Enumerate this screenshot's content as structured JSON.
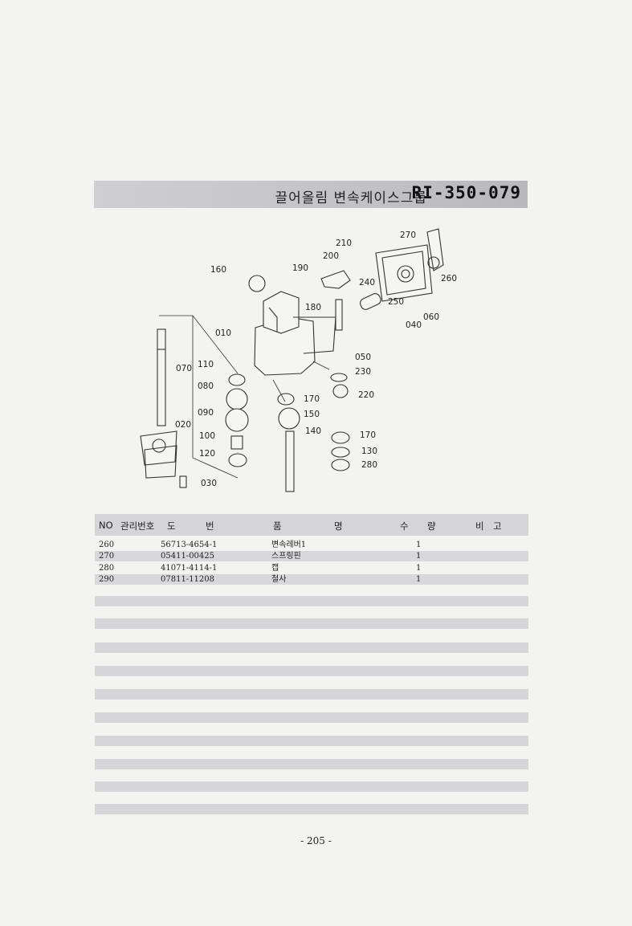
{
  "title": {
    "korean": "끌어올림 변속케이스그룹",
    "code": "RI-350-079"
  },
  "diagram_callouts": [
    "210",
    "200",
    "190",
    "160",
    "240",
    "250",
    "270",
    "260",
    "180",
    "060",
    "040",
    "010",
    "050",
    "230",
    "110",
    "220",
    "070",
    "080",
    "170",
    "090",
    "150",
    "020",
    "100",
    "140",
    "170",
    "130",
    "120",
    "280",
    "030"
  ],
  "table": {
    "headers": [
      "NO",
      "관리번호",
      "도",
      "번",
      "품",
      "명",
      "수",
      "량",
      "비",
      "고"
    ],
    "rows": [
      {
        "no": "260",
        "part": "56713-4654-1",
        "name": "변속레버1",
        "qty": "1"
      },
      {
        "no": "270",
        "part": "05411-00425",
        "name": "스프링핀",
        "qty": "1"
      },
      {
        "no": "280",
        "part": "41071-4114-1",
        "name": "캡",
        "qty": "1"
      },
      {
        "no": "290",
        "part": "07811-11208",
        "name": "철사",
        "qty": "1"
      }
    ]
  },
  "page_number": "- 205 -"
}
